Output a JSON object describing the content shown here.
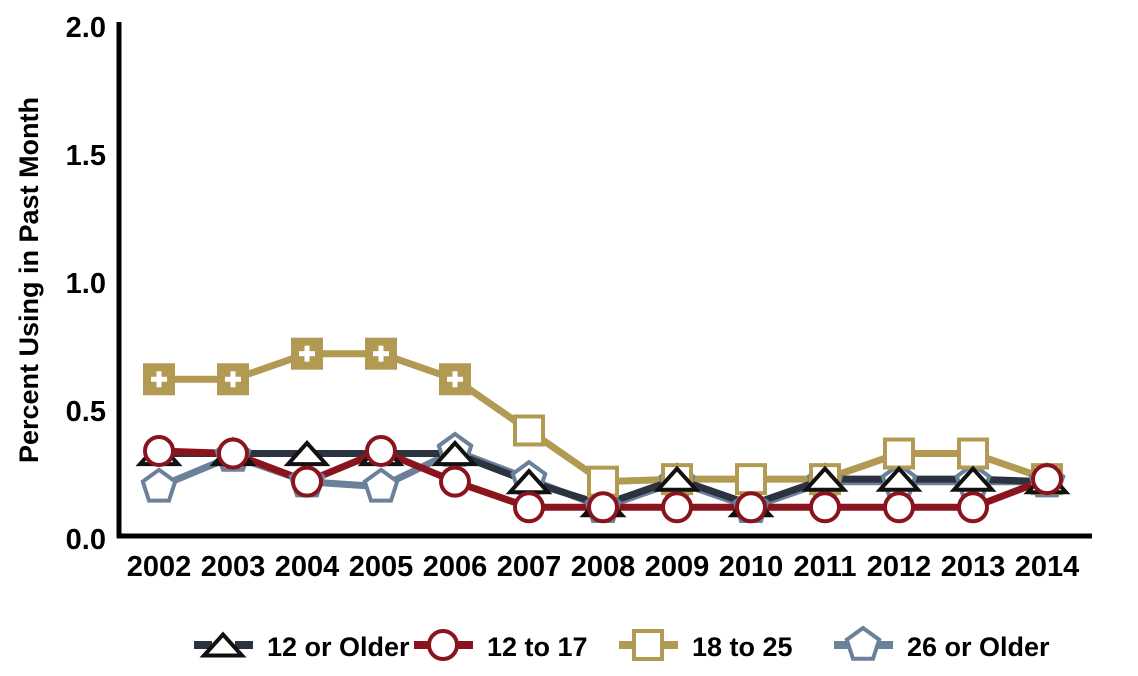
{
  "chart_data": {
    "type": "line",
    "title": "",
    "xlabel": "",
    "ylabel": "Percent Using in Past Month",
    "categories": [
      "2002",
      "2003",
      "2004",
      "2005",
      "2006",
      "2007",
      "2008",
      "2009",
      "2010",
      "2011",
      "2012",
      "2013",
      "2014"
    ],
    "ylim": [
      0.0,
      2.0
    ],
    "ytick_labels": [
      "0.0",
      "0.5",
      "1.0",
      "1.5",
      "2.0"
    ],
    "ytick_values": [
      0.0,
      0.5,
      1.0,
      1.5,
      2.0
    ],
    "grid": false,
    "legend_position": "bottom",
    "series": [
      {
        "name": "12 or Older",
        "color": "#2b3240",
        "marker": "triangle",
        "values": [
          0.33,
          0.33,
          0.33,
          0.33,
          0.33,
          0.22,
          0.13,
          0.23,
          0.13,
          0.23,
          0.23,
          0.23,
          0.22
        ]
      },
      {
        "name": "12 to 17",
        "color": "#8a141e",
        "marker": "circle",
        "values": [
          0.34,
          0.33,
          0.22,
          0.34,
          0.22,
          0.12,
          0.12,
          0.12,
          0.12,
          0.12,
          0.12,
          0.12,
          0.23
        ]
      },
      {
        "name": "18 to 25",
        "color": "#b29a52",
        "marker": "square",
        "values": [
          0.62,
          0.62,
          0.72,
          0.72,
          0.62,
          0.42,
          0.22,
          0.23,
          0.23,
          0.23,
          0.33,
          0.33,
          0.23
        ]
      },
      {
        "name": "26 or Older",
        "color": "#6b8099",
        "marker": "pentagon",
        "values": [
          0.2,
          0.32,
          0.22,
          0.2,
          0.34,
          0.23,
          0.12,
          0.22,
          0.12,
          0.22,
          0.22,
          0.22,
          0.22
        ]
      }
    ]
  },
  "axes": {
    "y_axis_title": "Percent Using in Past Month",
    "y_ticks": [
      "2.0",
      "1.5",
      "1.0",
      "0.5",
      "0.0"
    ],
    "x_ticks": [
      "2002",
      "2003",
      "2004",
      "2005",
      "2006",
      "2007",
      "2008",
      "2009",
      "2010",
      "2011",
      "2012",
      "2013",
      "2014"
    ]
  },
  "legend": {
    "entries": [
      {
        "label": "12 or Older",
        "color": "#2b3240",
        "marker": "triangle"
      },
      {
        "label": "12 to 17",
        "color": "#8a141e",
        "marker": "circle"
      },
      {
        "label": "18 to 25",
        "color": "#b29a52",
        "marker": "square"
      },
      {
        "label": "26 or Older",
        "color": "#6b8099",
        "marker": "pentagon"
      }
    ]
  },
  "colors": {
    "series_12_or_older": "#2b3240",
    "series_12_to_17": "#8a141e",
    "series_18_to_25": "#b29a52",
    "series_26_or_older": "#6b8099",
    "axis": "#000000",
    "background": "#ffffff"
  }
}
